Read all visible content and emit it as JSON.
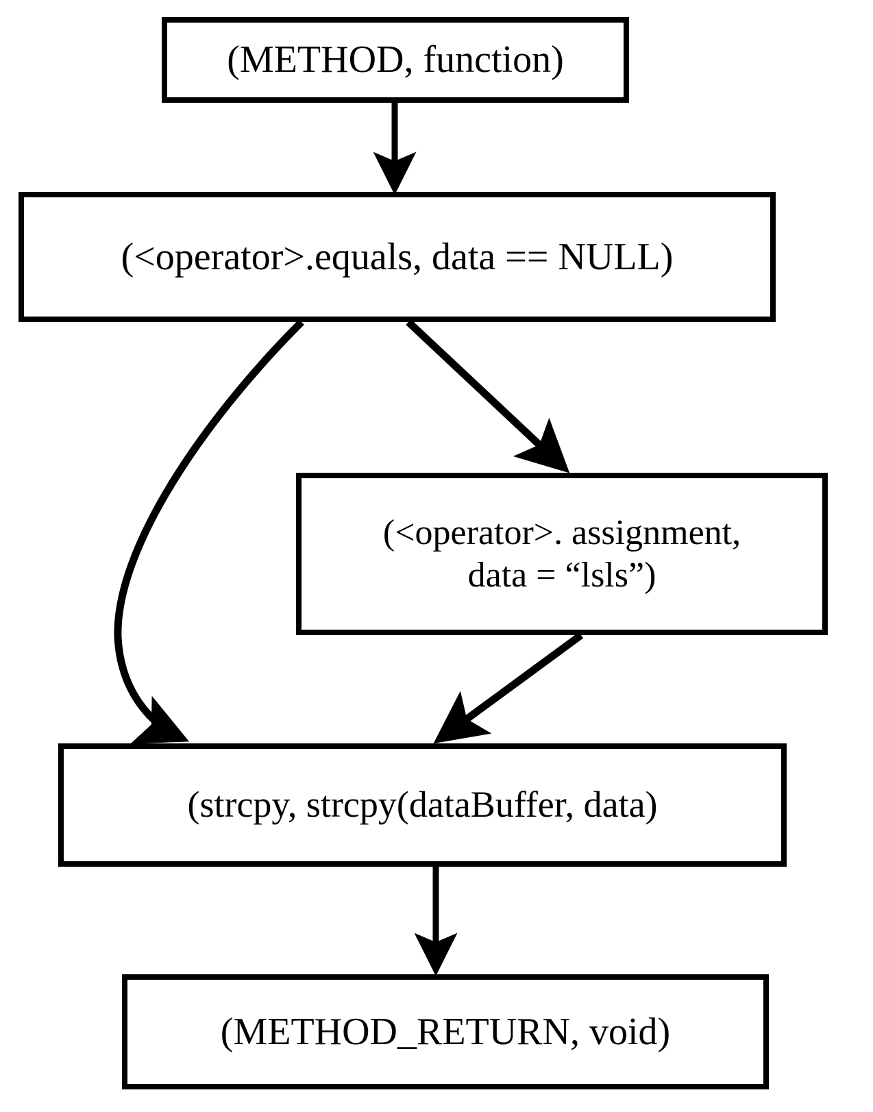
{
  "diagram": {
    "type": "control-flow-graph",
    "background_color": "#ffffff",
    "stroke_color": "#000000",
    "nodes": [
      {
        "id": "method",
        "label": "(METHOD, function)",
        "shape": "rectangle"
      },
      {
        "id": "equals",
        "label": "(<operator>.equals, data == NULL)",
        "shape": "rectangle"
      },
      {
        "id": "assignment",
        "label": "(<operator>. assignment,\ndata = “lsls”)",
        "shape": "rectangle"
      },
      {
        "id": "strcpy",
        "label": "(strcpy, strcpy(dataBuffer, data)",
        "shape": "rectangle"
      },
      {
        "id": "method_return",
        "label": "(METHOD_RETURN, void)",
        "shape": "rectangle"
      }
    ],
    "edges": [
      {
        "id": "e1",
        "from": "method",
        "to": "equals",
        "style": "straight-vertical",
        "label": ""
      },
      {
        "id": "e2",
        "from": "equals",
        "to": "assignment",
        "style": "straight-diagonal",
        "label": ""
      },
      {
        "id": "e3",
        "from": "equals",
        "to": "strcpy",
        "style": "curved-left",
        "label": ""
      },
      {
        "id": "e4",
        "from": "assignment",
        "to": "strcpy",
        "style": "straight-diagonal",
        "label": ""
      },
      {
        "id": "e5",
        "from": "strcpy",
        "to": "method_return",
        "style": "straight-vertical",
        "label": ""
      }
    ]
  }
}
